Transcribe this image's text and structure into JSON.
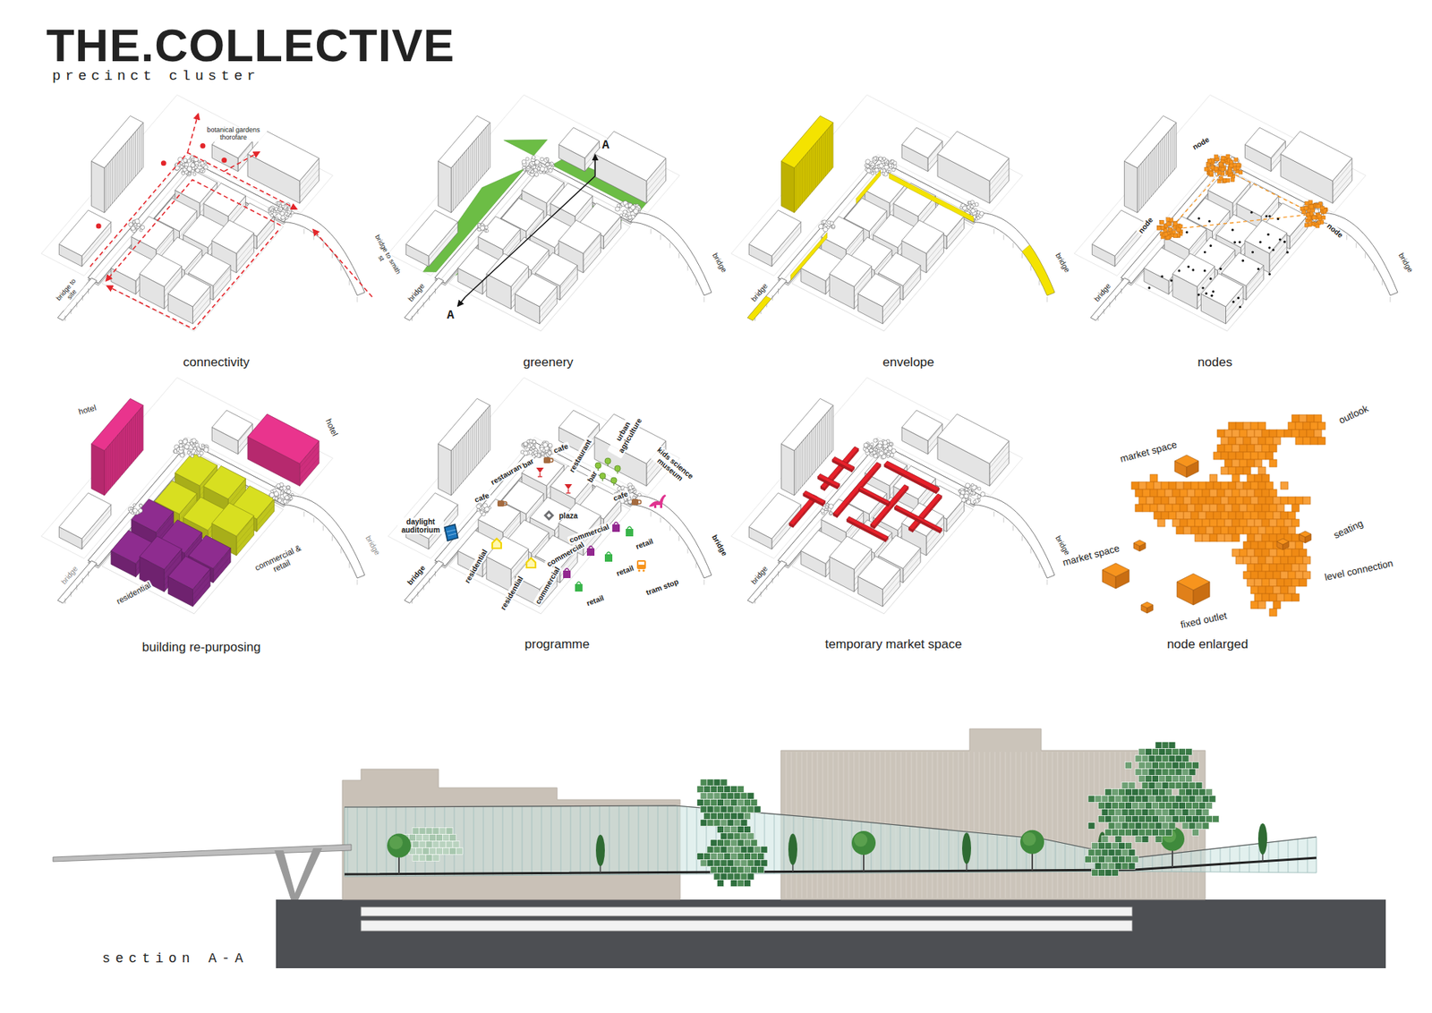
{
  "diagram": {
    "title": "THE.COLLECTIVE",
    "labels": [
      "precinct cluster",
      "botanical gardens thorofare",
      "bridge to site",
      "bridge to smith st",
      "connectivity",
      "A",
      "A",
      "bridge",
      "bridge",
      "greenery",
      "bridge",
      "bridge",
      "envelope",
      "node",
      "node",
      "node",
      "bridge",
      "bridge",
      "nodes",
      "hotel",
      "hotel",
      "residential",
      "commercial & retail",
      "bridge",
      "bridge",
      "building re-purposing",
      "cafe",
      "restaurant",
      "bar",
      "cafe",
      "restaurant",
      "bar",
      "urban agriculture",
      "cafe",
      "kids science museum",
      "plaza",
      "daylight auditorium",
      "residential",
      "residential",
      "commercial",
      "commercial",
      "commercial",
      "retail",
      "retail",
      "retail",
      "tram stop",
      "bridge",
      "bridge",
      "programme",
      "bridge",
      "bridge",
      "temporary market space",
      "outlook",
      "market space",
      "market space",
      "seating",
      "level connection",
      "fixed outlet",
      "node enlarged",
      "section A-A"
    ]
  }
}
